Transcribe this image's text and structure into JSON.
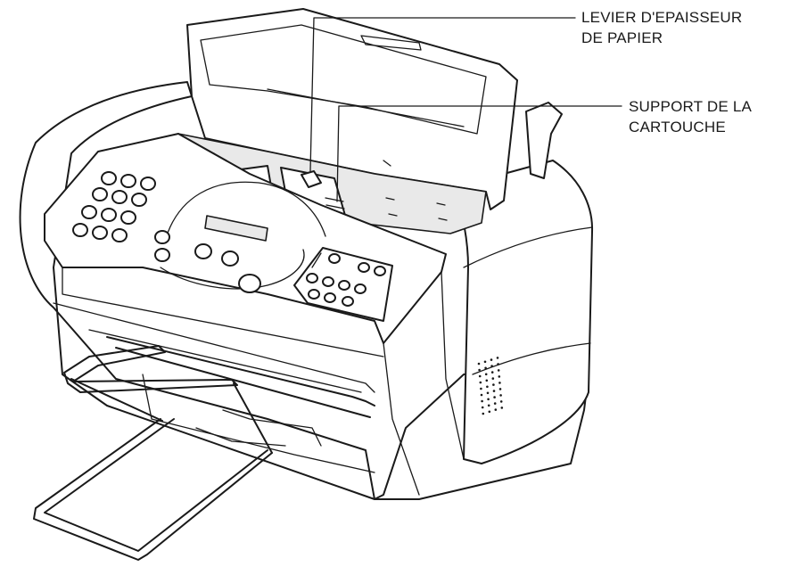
{
  "callouts": {
    "paper_thickness_lever": {
      "line1": "LEVIER D'EPAISSEUR",
      "line2": "DE PAPIER"
    },
    "cartridge_holder": {
      "line1": "SUPPORT DE LA",
      "line2": "CARTOUCHE"
    }
  },
  "colors": {
    "ink": "#1a1a1a",
    "paper": "#ffffff"
  }
}
